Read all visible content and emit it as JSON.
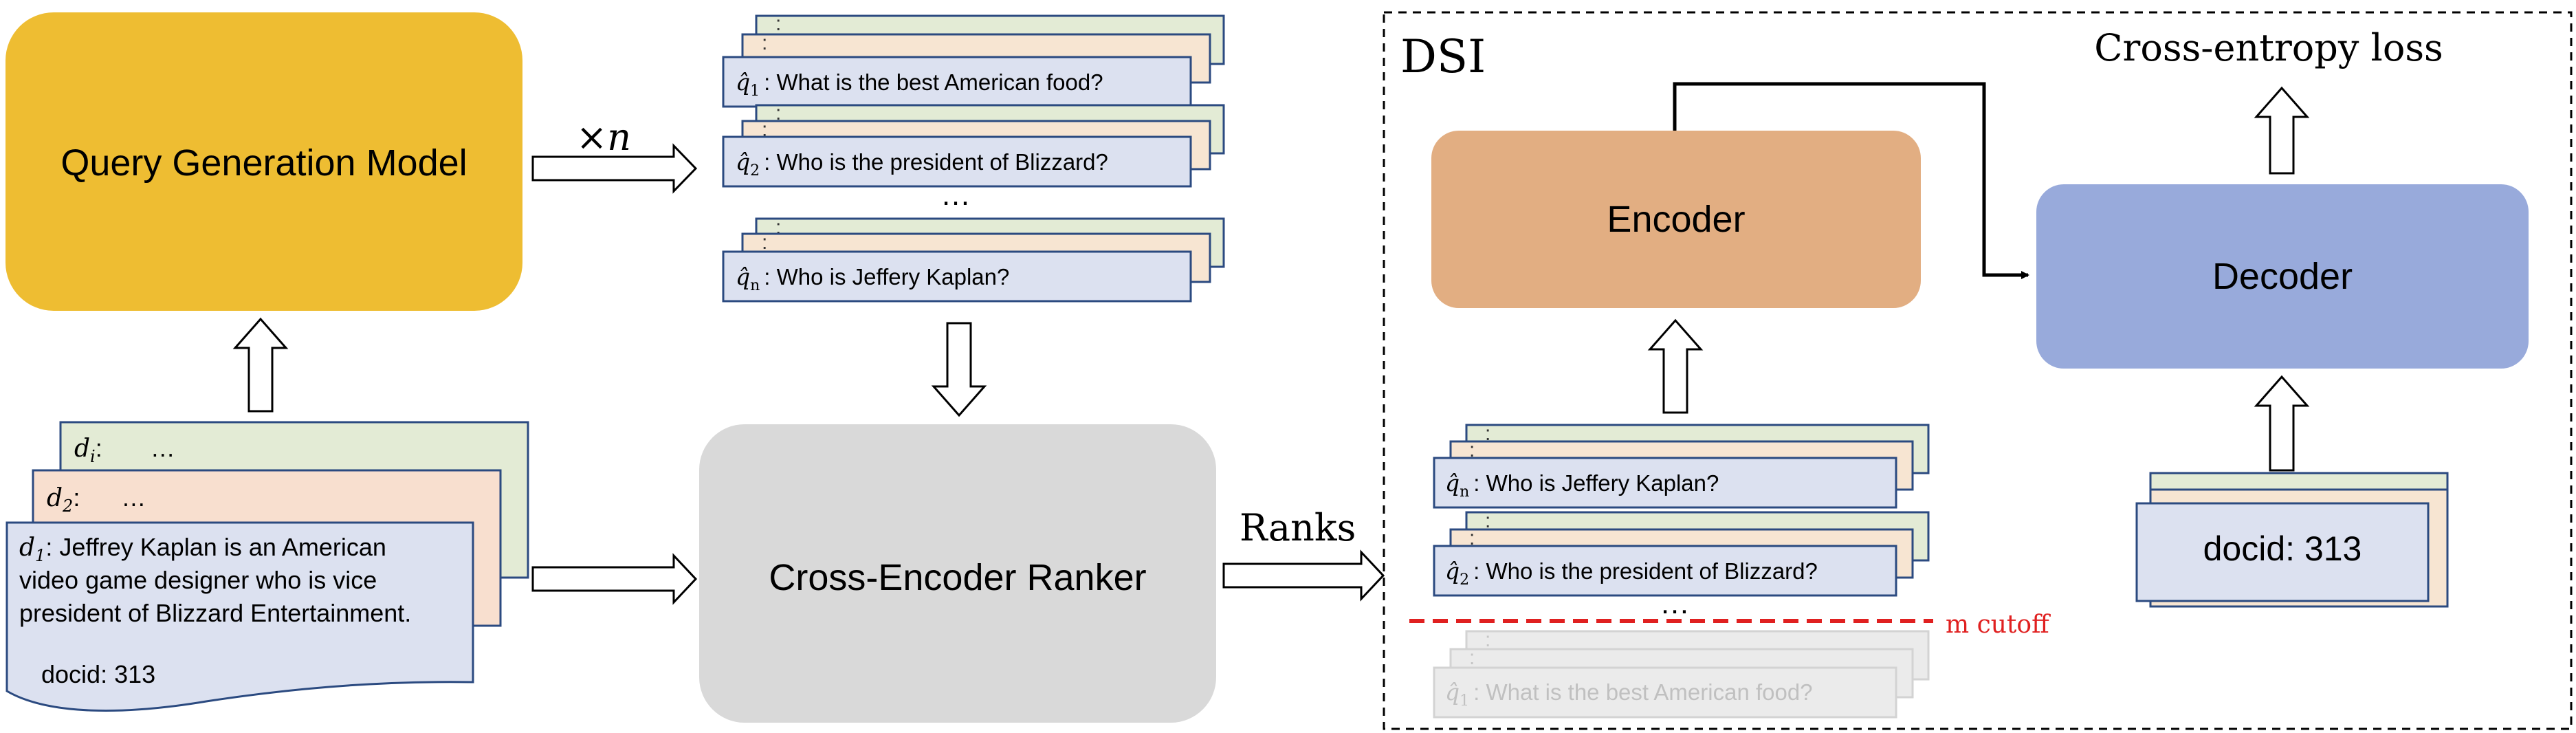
{
  "query_generation": {
    "label": "Query Generation Model",
    "times_label": "×",
    "times_var": "n",
    "box_color": "#EEBD32"
  },
  "generated_queries": [
    {
      "sub": "1",
      "text": ": What is the best American food?"
    },
    {
      "sub": "2",
      "text": ": Who is the president of Blizzard?"
    },
    {
      "sub": "n",
      "text": ": Who is Jeffery Kaplan?"
    }
  ],
  "generated_ellipsis": "…",
  "stack_hidden_label": ":",
  "documents": {
    "di": {
      "var": "d",
      "sub": "i",
      "text": ":",
      "ellipsis": "…"
    },
    "d2": {
      "var": "d",
      "sub": "2",
      "text": ":",
      "ellipsis": "…"
    },
    "d1": {
      "var": "d",
      "sub": "1",
      "lines": [
        ": Jeffrey Kaplan is an American",
        "video game designer who is vice",
        "president of Blizzard Entertainment."
      ],
      "docid": "docid: 313"
    }
  },
  "ranker": {
    "label": "Cross-Encoder Ranker",
    "box_color": "#D9D9D9"
  },
  "ranks_label": "Ranks",
  "dsi": {
    "title": "DSI",
    "encoder_label": "Encoder",
    "encoder_color": "#E2AE82",
    "decoder_label": "Decoder",
    "decoder_color": "#98AADB",
    "loss_label": "Cross-entropy loss",
    "ranked_queries": [
      {
        "sub": "n",
        "text": ": Who is Jeffery Kaplan?"
      },
      {
        "sub": "2",
        "text": ": Who is the president of Blizzard?"
      }
    ],
    "ranked_ellipsis": "…",
    "cutoff_label": "m cutoff",
    "cutoff_color": "#E02020",
    "below_cutoff_query": {
      "sub": "1",
      "text": ": What is the best American food?"
    },
    "docid_label": "docid: 313"
  }
}
